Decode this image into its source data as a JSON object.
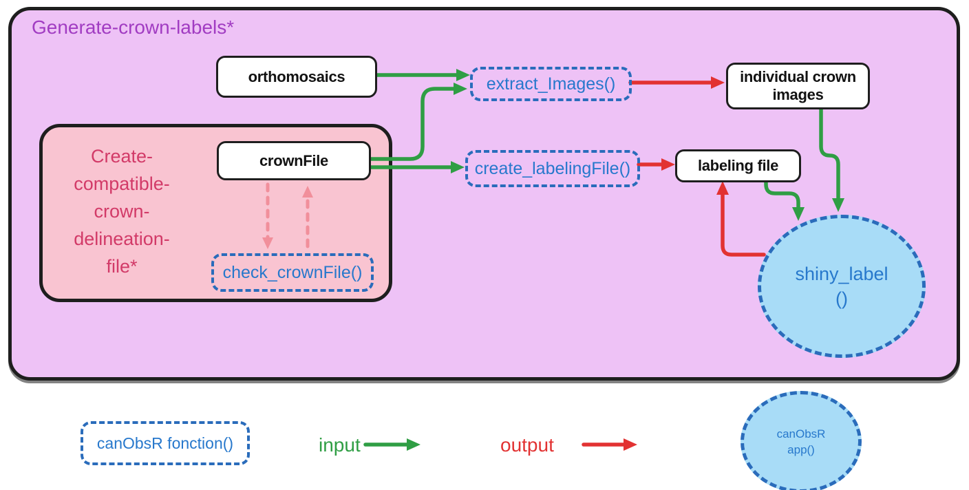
{
  "colors": {
    "container_fill": "#eec2f6",
    "container_border": "#1e1e1e",
    "title_text": "#a13cc2",
    "subgroup_fill": "#f9c4d1",
    "subgroup_text": "#d23a68",
    "node_fill": "#ffffff",
    "node_border": "#1e1e1e",
    "node_text": "#121212",
    "fn_border": "#2a6cbb",
    "fn_text": "#2778cc",
    "app_fill": "#a8dcf7",
    "input_green": "#2f9e44",
    "output_red": "#e23232",
    "check_pink": "#f18f9b"
  },
  "container": {
    "title": "Generate-crown-labels*"
  },
  "subgroup": {
    "title_lines": [
      "Create-",
      "compatible-",
      "crown-",
      "delineation-",
      "file*"
    ]
  },
  "nodes": {
    "orthomosaics": {
      "label": "orthomosaics"
    },
    "extract_images": {
      "label": "extract_Images()"
    },
    "individual_crown_images": {
      "lines": [
        "individual crown",
        "images"
      ]
    },
    "crown_file": {
      "label": "crownFile"
    },
    "check_crown_file": {
      "label": "check_crownFile()"
    },
    "create_labeling_file": {
      "label": "create_labelingFile()"
    },
    "labeling_file": {
      "label": "labeling file"
    },
    "shiny_label": {
      "lines": [
        "shiny_label",
        "()"
      ]
    }
  },
  "legend": {
    "function_box": "canObsR fonction()",
    "input_label": "input",
    "output_label": "output",
    "app_circle_lines": [
      "canObsR",
      "app()"
    ]
  }
}
